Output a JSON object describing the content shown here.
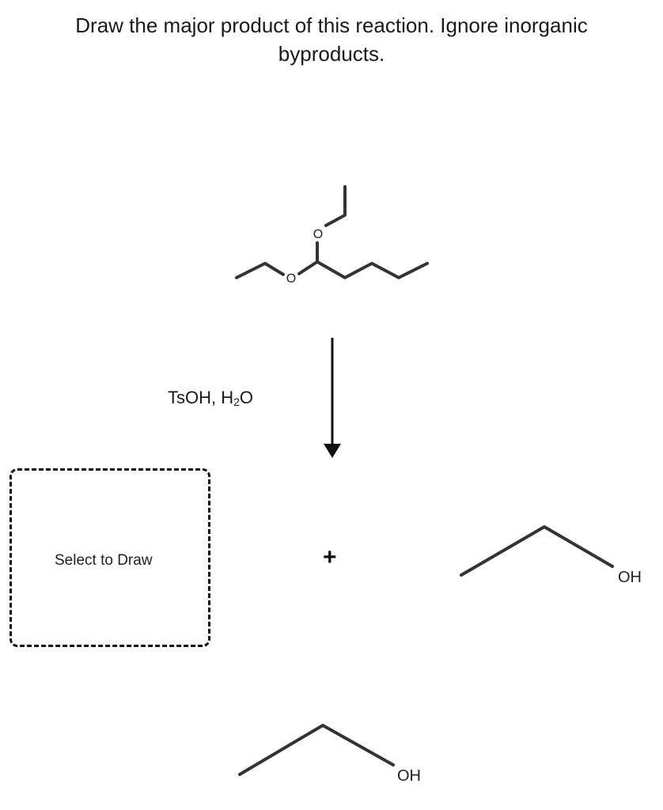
{
  "question": {
    "text": "Draw the major product of this reaction. Ignore inorganic byproducts."
  },
  "reactant": {
    "atoms": {
      "o_top": "O",
      "o_left": "O"
    }
  },
  "reagents": {
    "ts": "TsOH, H",
    "sub": "2",
    "o": "O"
  },
  "drawing_area": {
    "label": "Select to Draw"
  },
  "plus_sign": "+",
  "byproduct_1": {
    "label": "OH"
  },
  "byproduct_2": {
    "label": "OH"
  }
}
